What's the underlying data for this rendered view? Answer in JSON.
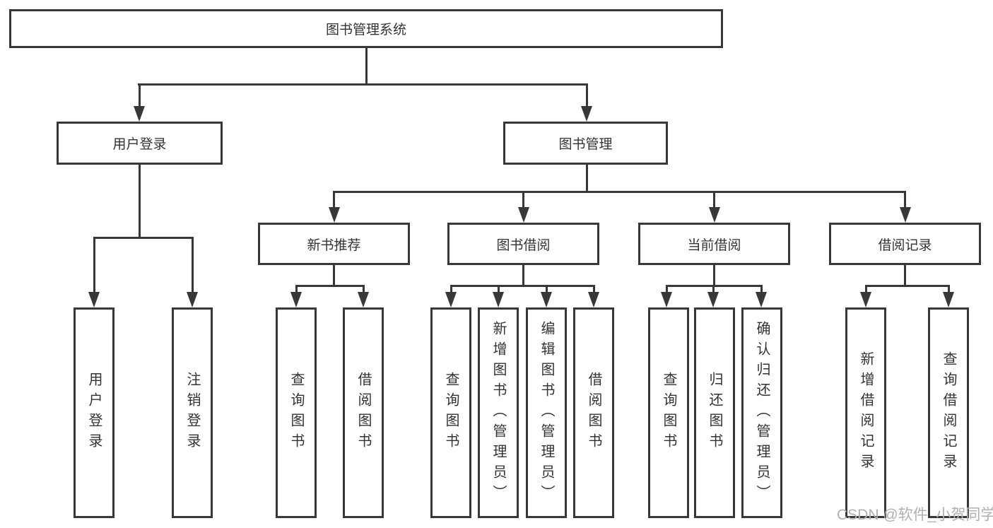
{
  "diagram_title": "图书管理系统",
  "tree": {
    "root": {
      "label": "图书管理系统",
      "children": [
        {
          "label": "用户登录",
          "children": [
            {
              "label": "用户登录"
            },
            {
              "label": "注销登录"
            }
          ]
        },
        {
          "label": "图书管理",
          "children": [
            {
              "label": "新书推荐",
              "children": [
                {
                  "label": "查询图书"
                },
                {
                  "label": "借阅图书"
                }
              ]
            },
            {
              "label": "图书借阅",
              "children": [
                {
                  "label": "查询图书"
                },
                {
                  "label": "新增图书（管理员）"
                },
                {
                  "label": "编辑图书（管理员）"
                },
                {
                  "label": "借阅图书"
                }
              ]
            },
            {
              "label": "当前借阅",
              "children": [
                {
                  "label": "查询图书"
                },
                {
                  "label": "归还图书"
                },
                {
                  "label": "确认归还（管理员）"
                }
              ]
            },
            {
              "label": "借阅记录",
              "children": [
                {
                  "label": "新增借阅记录"
                },
                {
                  "label": "查询借阅记录"
                }
              ]
            }
          ]
        }
      ]
    }
  },
  "watermark": {
    "text": "CSDN @软件_小贺同学"
  },
  "colors": {
    "line": "#383838",
    "box_border": "#383838",
    "box_background": "#ffffff",
    "text": "#333333",
    "watermark": "#b0b0b0"
  }
}
